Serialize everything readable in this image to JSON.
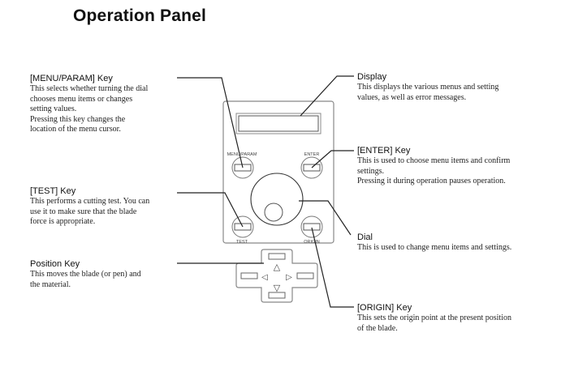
{
  "page": {
    "title": "Operation Panel"
  },
  "callouts": {
    "menu_param": {
      "heading": "[MENU/PARAM] Key",
      "description": "This selects whether turning the dial\nchooses menu items or changes\nsetting values.\nPressing this key changes the\nlocation of the menu cursor."
    },
    "test": {
      "heading": "[TEST] Key",
      "description": "This performs a cutting test. You can\nuse it to make sure that the blade\nforce is appropriate."
    },
    "position": {
      "heading": "Position Key",
      "description": "This moves the blade (or pen) and\nthe material."
    },
    "display": {
      "heading": "Display",
      "description": "This displays the various menus and setting\nvalues, as well as error messages."
    },
    "enter": {
      "heading": "[ENTER] Key",
      "description": "This is used to choose menu items and confirm\nsettings.\nPressing it during operation pauses operation."
    },
    "dial": {
      "heading": "Dial",
      "description": "This is used to change menu items and settings."
    },
    "origin": {
      "heading": "[ORIGIN] Key",
      "description": "This sets the origin point at the present position\nof the blade."
    }
  },
  "panel": {
    "labels": {
      "menu_param": "MENU/PARAM",
      "enter": "ENTER",
      "test": "TEST",
      "origin": "ORIGIN"
    },
    "arrows": {
      "up": "△",
      "down": "▽",
      "left": "◁",
      "right": "▷"
    }
  }
}
